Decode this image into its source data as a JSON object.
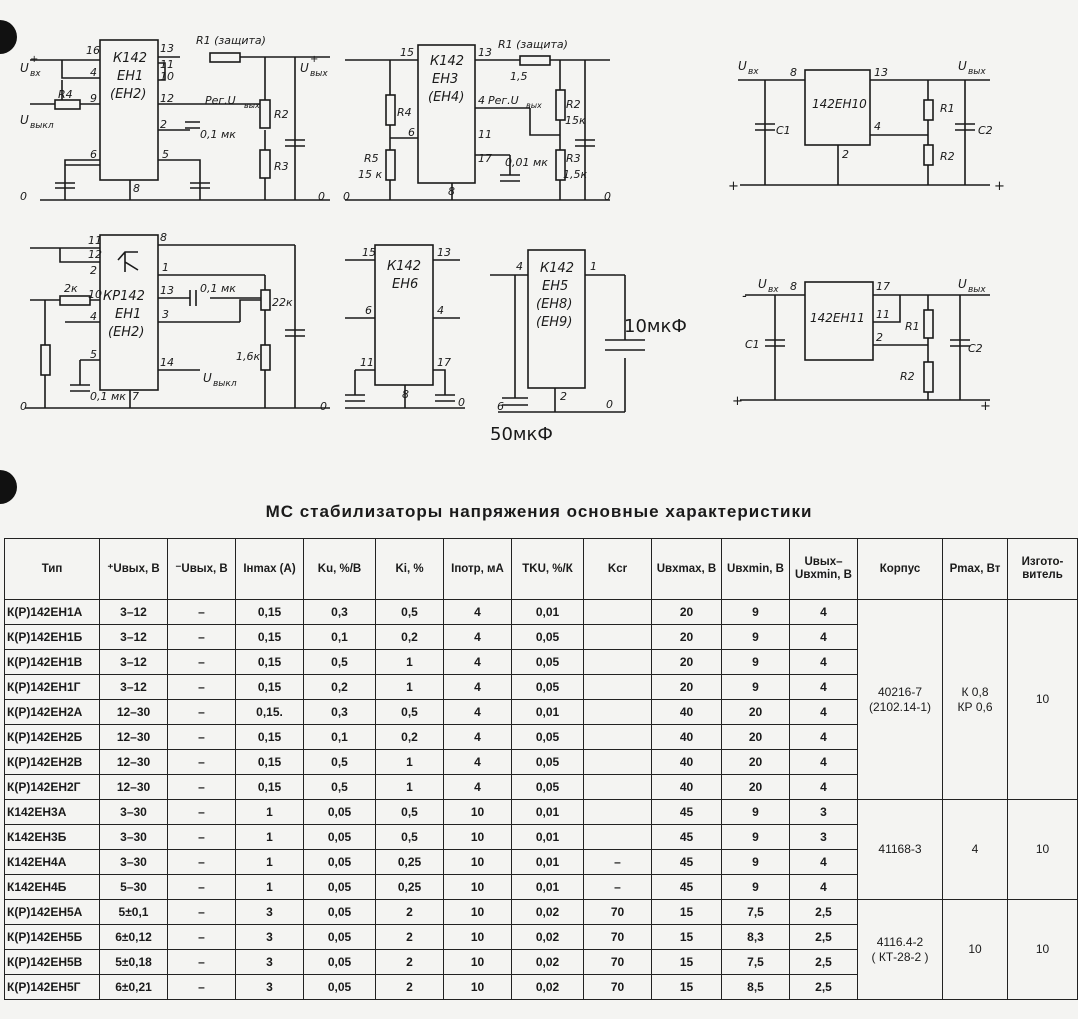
{
  "schematics": {
    "s1": {
      "pins": [
        "16",
        "4",
        "9",
        "6",
        "8",
        "5",
        "13",
        "11",
        "10",
        "12",
        "2"
      ],
      "chip": [
        "К142",
        "ЕН1",
        "(ЕН2)"
      ],
      "in": "U",
      "in_sub": "вх",
      "in_sup": "+",
      "off": "U",
      "off_sub": "выкл",
      "out": "U",
      "out_sub": "вых",
      "out_sup": "+",
      "r4": "R4",
      "r1": "R1 (защита)",
      "reg": "Рег.U",
      "reg_sub": "вых",
      "r2": "R2",
      "r3": "R3",
      "cap": "0,1 мк",
      "gnd": "0"
    },
    "s2": {
      "pins": [
        "15",
        "6",
        "8",
        "13",
        "4",
        "11",
        "17"
      ],
      "chip": [
        "К142",
        "ЕН3",
        "(ЕН4)"
      ],
      "r1": "R1 (защита)",
      "r1v": "1,5",
      "reg": "Рег.U",
      "reg_sub": "вых",
      "r2": "R2",
      "r2v": "15к",
      "r3": "R3",
      "r3v": "1,5к",
      "r4": "R4",
      "r5": "R5",
      "r5v": "15 к",
      "cap": "0,01 мк",
      "gnd": "0"
    },
    "s3": {
      "pins": [
        "8",
        "13",
        "4",
        "2"
      ],
      "chip": "142ЕН10",
      "in": "U",
      "in_sub": "вх",
      "out": "U",
      "out_sub": "вых",
      "c1": "C1",
      "c2": "C2",
      "r1": "R1",
      "r2": "R2",
      "minus": "+",
      "plus": "+"
    },
    "s4": {
      "pins": [
        "11",
        "12",
        "2",
        "10",
        "4",
        "5",
        "7",
        "8",
        "1",
        "13",
        "3",
        "14"
      ],
      "chip": [
        "КР142",
        "ЕН1",
        "(ЕН2)"
      ],
      "r2k": "2к",
      "cap1": "0,1 мк",
      "cap2": "0,1 мк",
      "r22": "22к",
      "r16": "1,6к",
      "off": "U",
      "off_sub": "выкл",
      "gnd": "0"
    },
    "s5": {
      "pins": [
        "15",
        "6",
        "11",
        "8",
        "13",
        "4",
        "17"
      ],
      "chip": [
        "К142",
        "ЕН6"
      ],
      "gnd": "0"
    },
    "s6": {
      "pins": [
        "4",
        "1",
        "6",
        "2"
      ],
      "chip": [
        "К142",
        "ЕН5",
        "(ЕН8)",
        "(ЕН9)"
      ],
      "cap_hw": "10мкФ",
      "cap_hw2": "50мкФ",
      "gnd": "0"
    },
    "s7": {
      "pins": [
        "8",
        "17",
        "11",
        "2"
      ],
      "chip": "142ЕН11",
      "in": "U",
      "in_sub": "вх",
      "out": "U",
      "out_sub": "вых",
      "c1": "C1",
      "c2": "C2",
      "r1": "R1",
      "r2": "R2",
      "minus": "-",
      "plus": "+",
      "plus2": "+"
    }
  },
  "title": "МС стабилизаторы напряжения основные характеристики",
  "table": {
    "headers": [
      "Тип",
      "⁺Uвых, В",
      "⁻Uвых, В",
      "Iнmax (А)",
      "Ku, %/В",
      "Ki, %",
      "Iпотр, мА",
      "TKU, %/К",
      "Kcr",
      "Uвхmax, В",
      "Uвхmin, В",
      "Uвых–Uвхmin, В",
      "Корпус",
      "Pmax, Вт",
      "Изгото-витель"
    ],
    "rows": [
      [
        "К(Р)142ЕН1А",
        "3–12",
        "–",
        "0,15",
        "0,3",
        "0,5",
        "4",
        "0,01",
        "",
        "20",
        "9",
        "4"
      ],
      [
        "К(Р)142ЕН1Б",
        "3–12",
        "–",
        "0,15",
        "0,1",
        "0,2",
        "4",
        "0,05",
        "",
        "20",
        "9",
        "4"
      ],
      [
        "К(Р)142ЕН1В",
        "3–12",
        "–",
        "0,15",
        "0,5",
        "1",
        "4",
        "0,05",
        "",
        "20",
        "9",
        "4"
      ],
      [
        "К(Р)142ЕН1Г",
        "3–12",
        "–",
        "0,15",
        "0,2",
        "1",
        "4",
        "0,05",
        "",
        "20",
        "9",
        "4"
      ],
      [
        "К(Р)142ЕН2А",
        "12–30",
        "–",
        "0,15.",
        "0,3",
        "0,5",
        "4",
        "0,01",
        "",
        "40",
        "20",
        "4"
      ],
      [
        "К(Р)142ЕН2Б",
        "12–30",
        "–",
        "0,15",
        "0,1",
        "0,2",
        "4",
        "0,05",
        "",
        "40",
        "20",
        "4"
      ],
      [
        "К(Р)142ЕН2В",
        "12–30",
        "–",
        "0,15",
        "0,5",
        "1",
        "4",
        "0,05",
        "",
        "40",
        "20",
        "4"
      ],
      [
        "К(Р)142ЕН2Г",
        "12–30",
        "–",
        "0,15",
        "0,5",
        "1",
        "4",
        "0,05",
        "",
        "40",
        "20",
        "4"
      ],
      [
        "К142ЕН3А",
        "3–30",
        "–",
        "1",
        "0,05",
        "0,5",
        "10",
        "0,01",
        "",
        "45",
        "9",
        "3"
      ],
      [
        "К142ЕН3Б",
        "3–30",
        "–",
        "1",
        "0,05",
        "0,5",
        "10",
        "0,01",
        "",
        "45",
        "9",
        "3"
      ],
      [
        "К142ЕН4А",
        "3–30",
        "–",
        "1",
        "0,05",
        "0,25",
        "10",
        "0,01",
        "–",
        "45",
        "9",
        "4"
      ],
      [
        "К142ЕН4Б",
        "5–30",
        "–",
        "1",
        "0,05",
        "0,25",
        "10",
        "0,01",
        "–",
        "45",
        "9",
        "4"
      ],
      [
        "К(Р)142ЕН5А",
        "5±0,1",
        "–",
        "3",
        "0,05",
        "2",
        "10",
        "0,02",
        "70",
        "15",
        "7,5",
        "2,5"
      ],
      [
        "К(Р)142ЕН5Б",
        "6±0,12",
        "–",
        "3",
        "0,05",
        "2",
        "10",
        "0,02",
        "70",
        "15",
        "8,3",
        "2,5"
      ],
      [
        "К(Р)142ЕН5В",
        "5±0,18",
        "–",
        "3",
        "0,05",
        "2",
        "10",
        "0,02",
        "70",
        "15",
        "7,5",
        "2,5"
      ],
      [
        "К(Р)142ЕН5Г",
        "6±0,21",
        "–",
        "3",
        "0,05",
        "2",
        "10",
        "0,02",
        "70",
        "15",
        "8,5",
        "2,5"
      ]
    ],
    "groups": [
      {
        "housing": [
          "40216-7",
          "(2102.14-1)"
        ],
        "pmax": [
          "К 0,8",
          "КР 0,6"
        ],
        "maker": "10"
      },
      {
        "housing": [
          "41168-3"
        ],
        "pmax": [
          "4"
        ],
        "maker": "10"
      },
      {
        "housing": [
          "4116.4-2",
          "( КТ-28-2 )"
        ],
        "pmax": [
          "10"
        ],
        "maker": "10"
      }
    ]
  }
}
